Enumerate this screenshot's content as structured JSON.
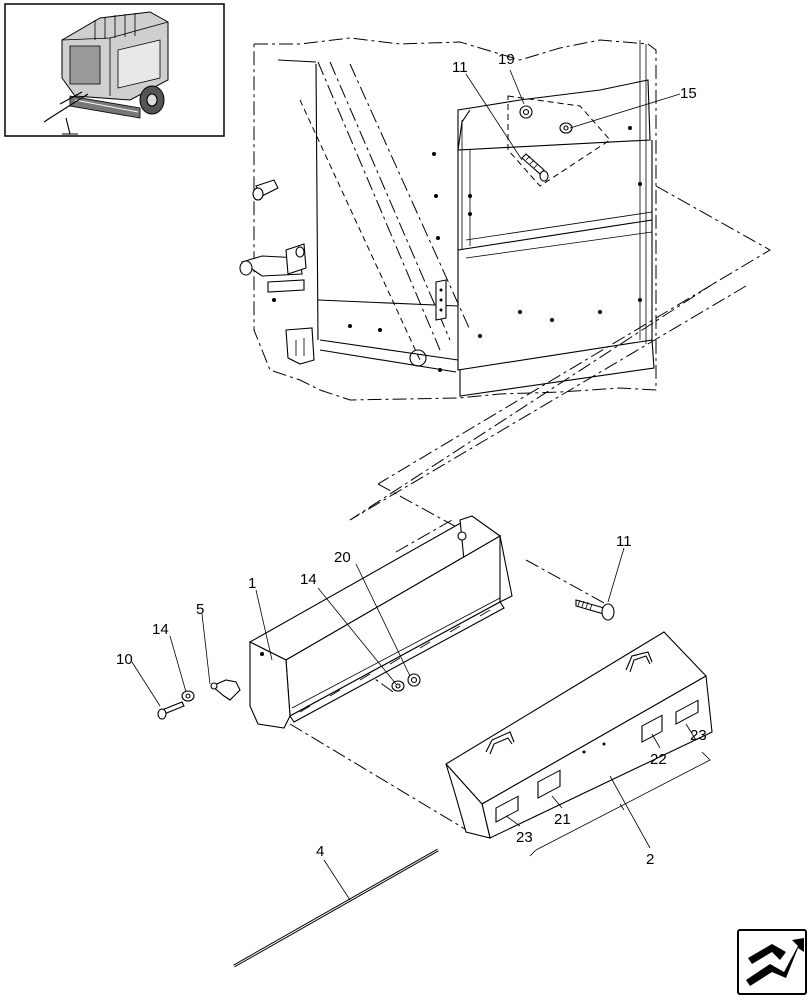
{
  "callouts": {
    "c11_top": "11",
    "c19": "19",
    "c15": "15",
    "c11_bolt": "11",
    "c20": "20",
    "c1": "1",
    "c14_upper": "14",
    "c14_left": "14",
    "c5": "5",
    "c10": "10",
    "c23_right": "23",
    "c22": "22",
    "c21": "21",
    "c23_left": "23",
    "c2": "2",
    "c4": "4"
  },
  "icons": {
    "thumbnail": "round-baler-thumbnail-icon",
    "navigation": "page-turn-arrow-icon"
  }
}
